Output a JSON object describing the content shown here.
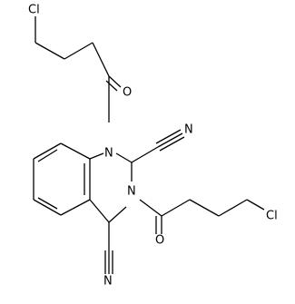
{
  "molecule": {
    "atoms": {
      "cl_top": "Cl",
      "o_top": "O",
      "n1": "N",
      "n_nitrile_right": "N",
      "n3": "N",
      "o_bottom": "O",
      "cl_right": "Cl",
      "n_nitrile_bottom": "N"
    }
  }
}
